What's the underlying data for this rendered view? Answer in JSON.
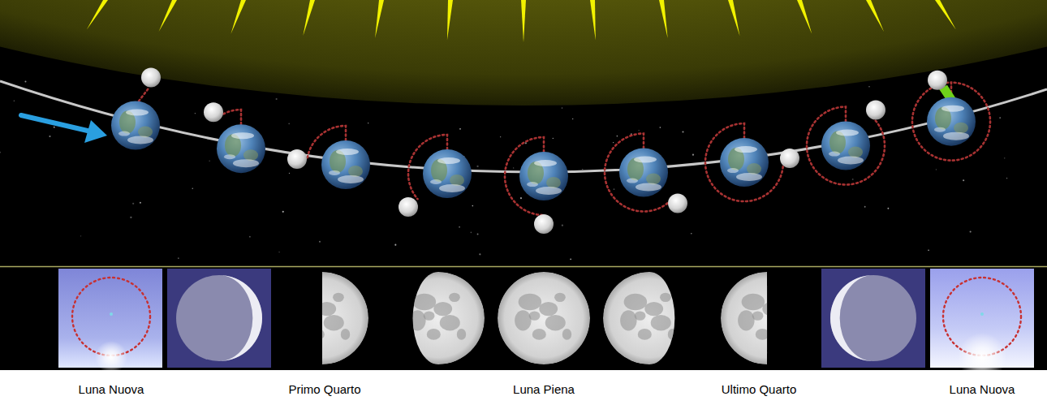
{
  "diagram": {
    "labels": [
      "Luna Nuova",
      "Primo Quarto",
      "Luna Piena",
      "Ultimo Quarto",
      "Luna Nuova"
    ]
  }
}
